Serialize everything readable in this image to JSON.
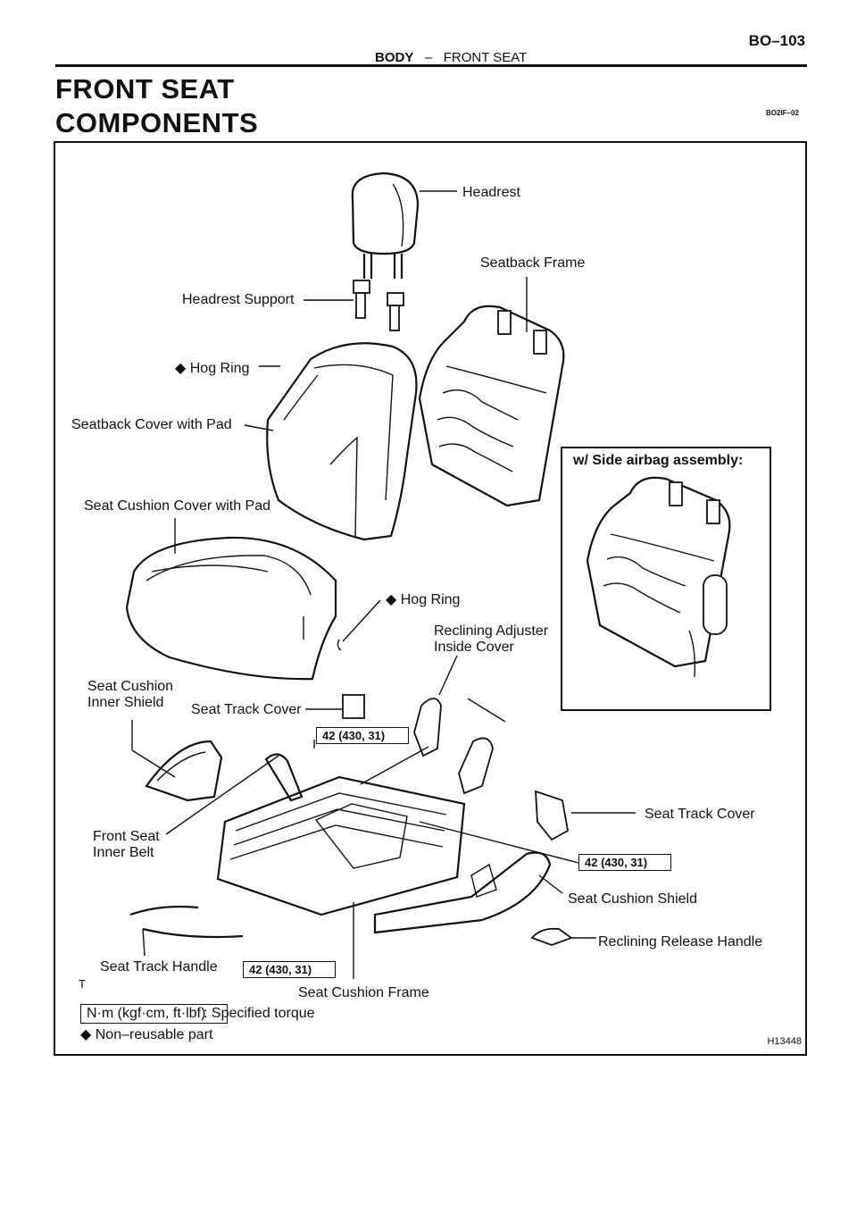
{
  "header": {
    "section_main": "BODY",
    "section_dash": "–",
    "section_sub": "FRONT SEAT",
    "page_code": "BO–103"
  },
  "titles": {
    "main": "FRONT SEAT",
    "sub": "COMPONENTS",
    "doc_id": "BO2IF–02"
  },
  "labels": {
    "headrest": "Headrest",
    "seatback_frame": "Seatback Frame",
    "headrest_support": "Headrest Support",
    "hog_ring_top": "◆ Hog Ring",
    "seatback_cover": "Seatback Cover with Pad",
    "seat_cushion_cover": "Seat Cushion Cover with Pad",
    "hog_ring_mid": "◆ Hog Ring",
    "reclining_adjuster_1": "Reclining Adjuster",
    "reclining_adjuster_2": "Inside Cover",
    "seat_cushion_inner_1": "Seat Cushion",
    "seat_cushion_inner_2": "Inner Shield",
    "seat_track_cover_left": "Seat Track Cover",
    "seat_track_cover_right": "Seat Track Cover",
    "front_seat_inner_1": "Front Seat",
    "front_seat_inner_2": "Inner Belt",
    "seat_cushion_shield": "Seat Cushion Shield",
    "reclining_release_handle": "Reclining Release Handle",
    "seat_track_handle": "Seat Track Handle",
    "seat_cushion_frame": "Seat Cushion Frame"
  },
  "torques": {
    "t1": "42 (430, 31)",
    "t2": "42 (430, 31)",
    "t3": "42 (430, 31)"
  },
  "inset": {
    "title": "w/ Side airbag assembly:"
  },
  "legend": {
    "tee": "T",
    "unit_box": "N·m (kgf·cm, ft·lbf)",
    "unit_text": ": Specified torque",
    "non_reusable": "◆ Non–reusable part",
    "fig_id": "H13448"
  }
}
